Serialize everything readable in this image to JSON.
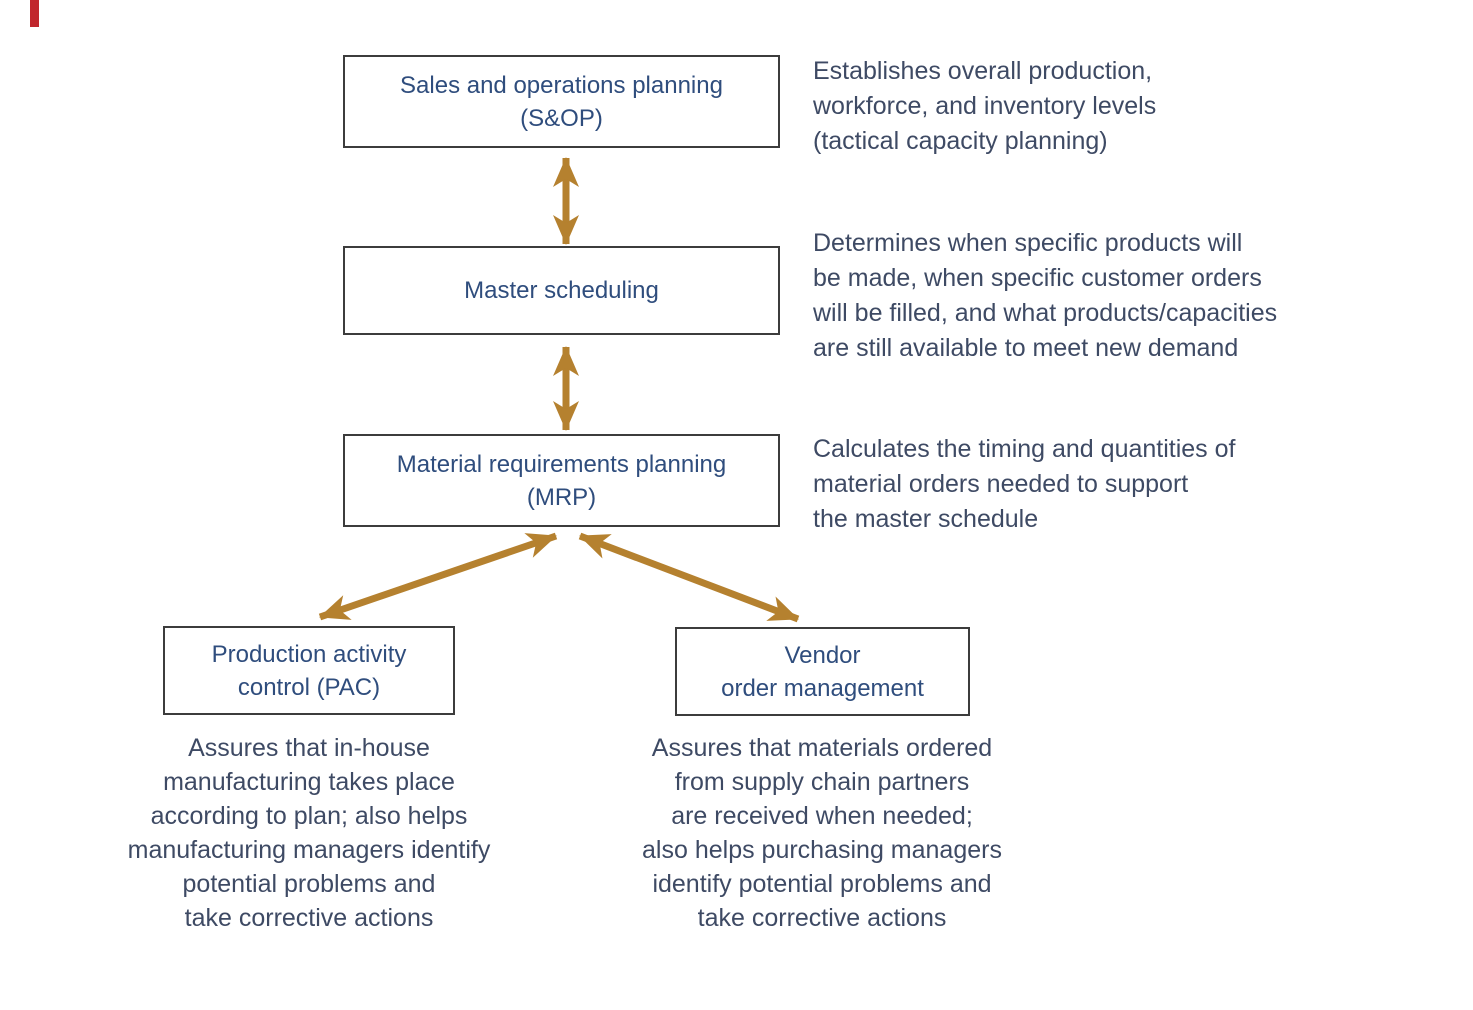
{
  "figure": {
    "type": "flow-diagram",
    "topic": "Production planning hierarchy"
  },
  "colors": {
    "arrow": "#b5812f",
    "box_border": "#3c3c3c",
    "box_text": "#2f4d7d",
    "description_text": "#3e4a64",
    "accent_red": "#c1272d"
  },
  "boxes": {
    "sop": {
      "label": "Sales and operations planning\n(S&OP)"
    },
    "master": {
      "label": "Master scheduling"
    },
    "mrp": {
      "label": "Material requirements planning\n(MRP)"
    },
    "pac": {
      "label": "Production activity\ncontrol (PAC)"
    },
    "vendor": {
      "label": "Vendor\norder management"
    }
  },
  "annotations": {
    "sop": "Establishes overall production,\nworkforce, and inventory levels\n(tactical capacity planning)",
    "master": "Determines when specific products will\nbe made, when specific customer orders\nwill be filled, and what products/capacities\nare still available to meet new demand",
    "mrp": "Calculates the timing and quantities of\nmaterial orders needed to support\nthe master schedule"
  },
  "descriptions": {
    "pac": "Assures that in-house\nmanufacturing takes place\naccording to plan; also helps\nmanufacturing managers identify\npotential problems and\ntake corrective actions",
    "vendor": "Assures that materials ordered\nfrom supply chain partners\nare received when needed;\nalso helps purchasing managers\nidentify potential problems and\ntake corrective actions"
  },
  "connectors": [
    {
      "from": "sop",
      "to": "master",
      "type": "bidirectional"
    },
    {
      "from": "master",
      "to": "mrp",
      "type": "bidirectional"
    },
    {
      "from": "mrp",
      "to": "pac",
      "type": "bidirectional"
    },
    {
      "from": "mrp",
      "to": "vendor",
      "type": "bidirectional"
    }
  ]
}
